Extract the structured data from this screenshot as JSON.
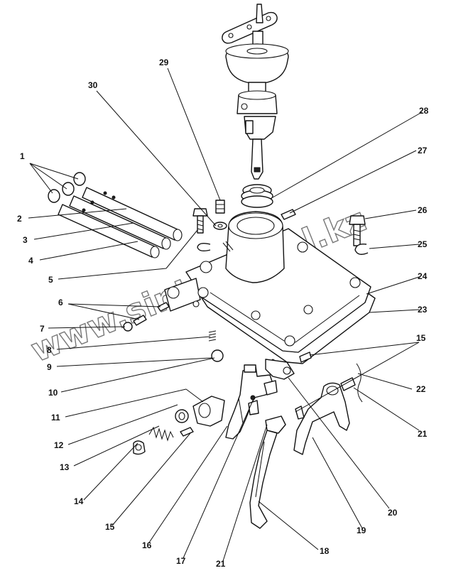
{
  "watermark": "www.sintrontool.kz",
  "parts": [
    {
      "id": "p1",
      "label": "1",
      "name": "o-rings"
    },
    {
      "id": "p2",
      "label": "2",
      "name": "shift-rod-upper"
    },
    {
      "id": "p3",
      "label": "3",
      "name": "shift-rod-middle"
    },
    {
      "id": "p4",
      "label": "4",
      "name": "shift-rod-lower"
    },
    {
      "id": "p5",
      "label": "5",
      "name": "bolt-with-washer"
    },
    {
      "id": "p6",
      "label": "6",
      "name": "pins"
    },
    {
      "id": "p7",
      "label": "7",
      "name": "plug"
    },
    {
      "id": "p8",
      "label": "8",
      "name": "spring-small"
    },
    {
      "id": "p9",
      "label": "9",
      "name": "spring"
    },
    {
      "id": "p10",
      "label": "10",
      "name": "ball"
    },
    {
      "id": "p11",
      "label": "11",
      "name": "interlock-block"
    },
    {
      "id": "p12",
      "label": "12",
      "name": "washer"
    },
    {
      "id": "p13",
      "label": "13",
      "name": "spring-coil"
    },
    {
      "id": "p14",
      "label": "14",
      "name": "cap"
    },
    {
      "id": "p15a",
      "label": "15",
      "name": "pin"
    },
    {
      "id": "p15b",
      "label": "15",
      "name": "pin-right"
    },
    {
      "id": "p16",
      "label": "16",
      "name": "shift-fork-left"
    },
    {
      "id": "p17",
      "label": "17",
      "name": "set-screw"
    },
    {
      "id": "p18",
      "label": "18",
      "name": "shift-fork-long"
    },
    {
      "id": "p19",
      "label": "19",
      "name": "shift-fork-right"
    },
    {
      "id": "p20",
      "label": "20",
      "name": "shift-block"
    },
    {
      "id": "p21a",
      "label": "21",
      "name": "screw-right"
    },
    {
      "id": "p21b",
      "label": "21",
      "name": "screw-bottom"
    },
    {
      "id": "p22",
      "label": "22",
      "name": "lock-wire"
    },
    {
      "id": "p23",
      "label": "23",
      "name": "gasket"
    },
    {
      "id": "p24",
      "label": "24",
      "name": "cover"
    },
    {
      "id": "p25",
      "label": "25",
      "name": "snap-ring"
    },
    {
      "id": "p26",
      "label": "26",
      "name": "bolt"
    },
    {
      "id": "p27",
      "label": "27",
      "name": "dowel-pin"
    },
    {
      "id": "p28",
      "label": "28",
      "name": "boot"
    },
    {
      "id": "p29",
      "label": "29",
      "name": "breather"
    },
    {
      "id": "p30",
      "label": "30",
      "name": "washer-small"
    }
  ]
}
